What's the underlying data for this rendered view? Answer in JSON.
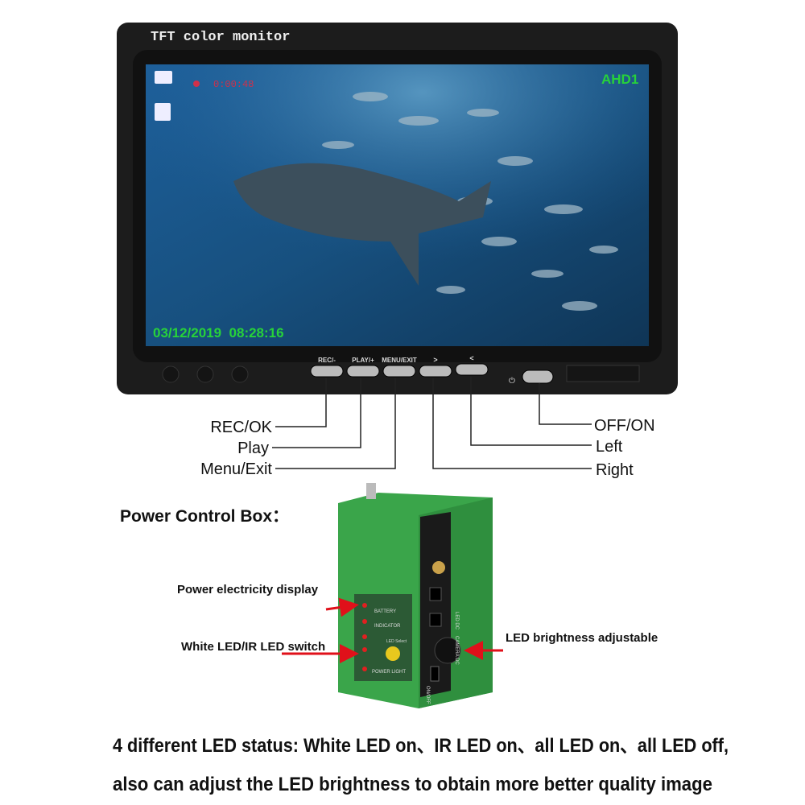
{
  "monitor": {
    "brand_label": "TFT color monitor",
    "osd": {
      "record_timer": "0:00:48",
      "channel": "AHD1",
      "datetime": "03/12/2019  08:28:16",
      "record_color": "#d0304a",
      "osd_color": "#27d23a"
    },
    "buttons": [
      "REC/-",
      "PLAY/+",
      "MENU/EXIT",
      ">",
      "<"
    ]
  },
  "callouts": {
    "rec_ok": "REC/OK",
    "play": "Play",
    "menu_exit": "Menu/Exit",
    "off_on": "OFF/ON",
    "left": "Left",
    "right": "Right"
  },
  "power_box": {
    "title": "Power Control Box：",
    "panel": [
      "BATTERY",
      "INDICATOR",
      "POWER LIGHT",
      "LED Select"
    ],
    "ports": [
      "LED DC",
      "CAMERA DC",
      "ON/OFF"
    ],
    "annotations": {
      "power_display": "Power electricity display",
      "led_switch": "White LED/IR LED switch",
      "brightness": "LED brightness adjustable"
    },
    "box_color": "#3aa54a",
    "arrow_color": "#e0101a"
  },
  "footer": {
    "line1": "4 different LED status: White LED on、IR LED on、all LED on、all LED off,",
    "line2": "also can adjust the LED brightness to obtain more better quality image"
  }
}
